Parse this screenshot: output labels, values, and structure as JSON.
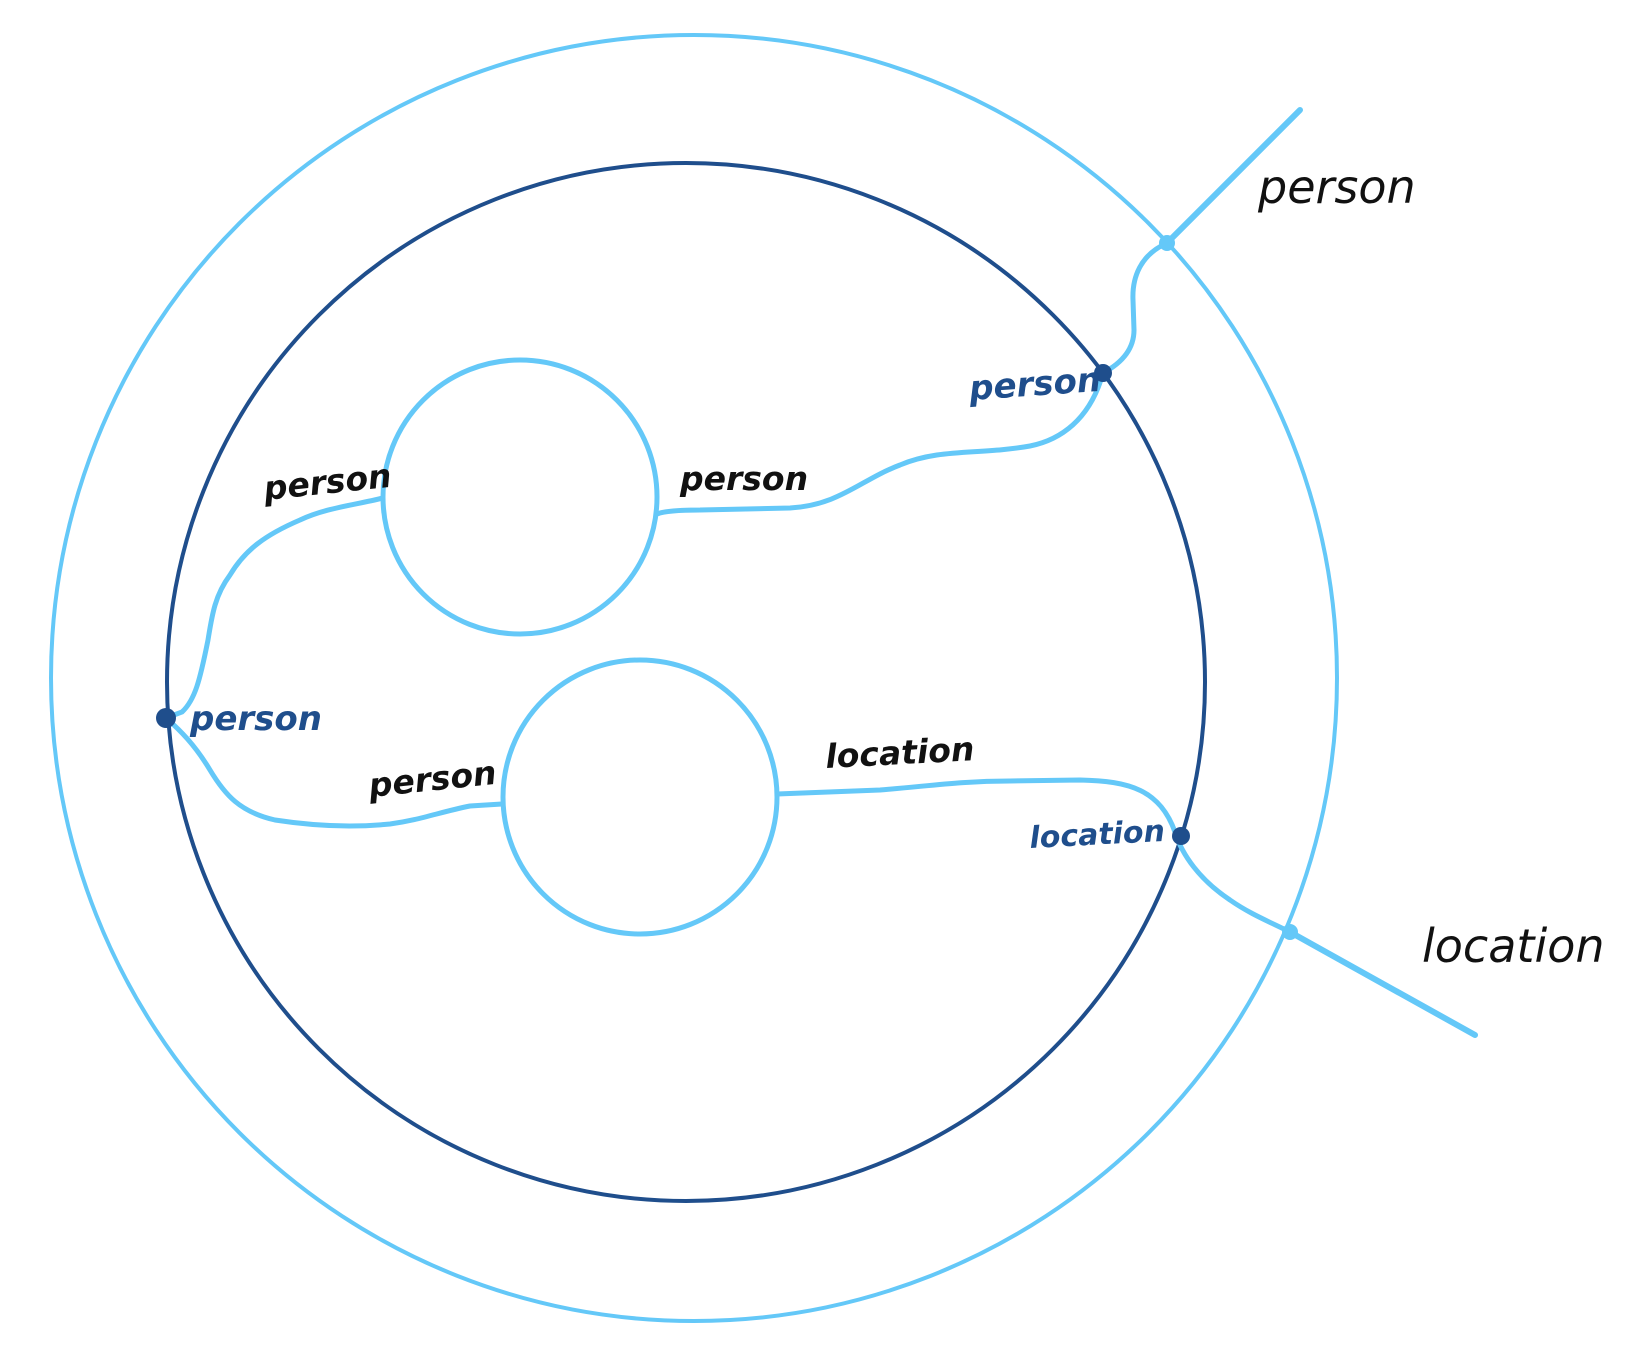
{
  "colors": {
    "light_blue": "#64c8f8",
    "dark_blue": "#1f4e8c",
    "text_black": "#111111",
    "background": "#ffffff"
  },
  "labels": {
    "outer_person": "person",
    "outer_location": "location",
    "inner_person_right": "person",
    "inner_person_left": "person",
    "inner_location_right": "location",
    "node1_person_left": "person",
    "node1_person_right": "person",
    "node2_person_left": "person",
    "node2_location_right": "location"
  }
}
